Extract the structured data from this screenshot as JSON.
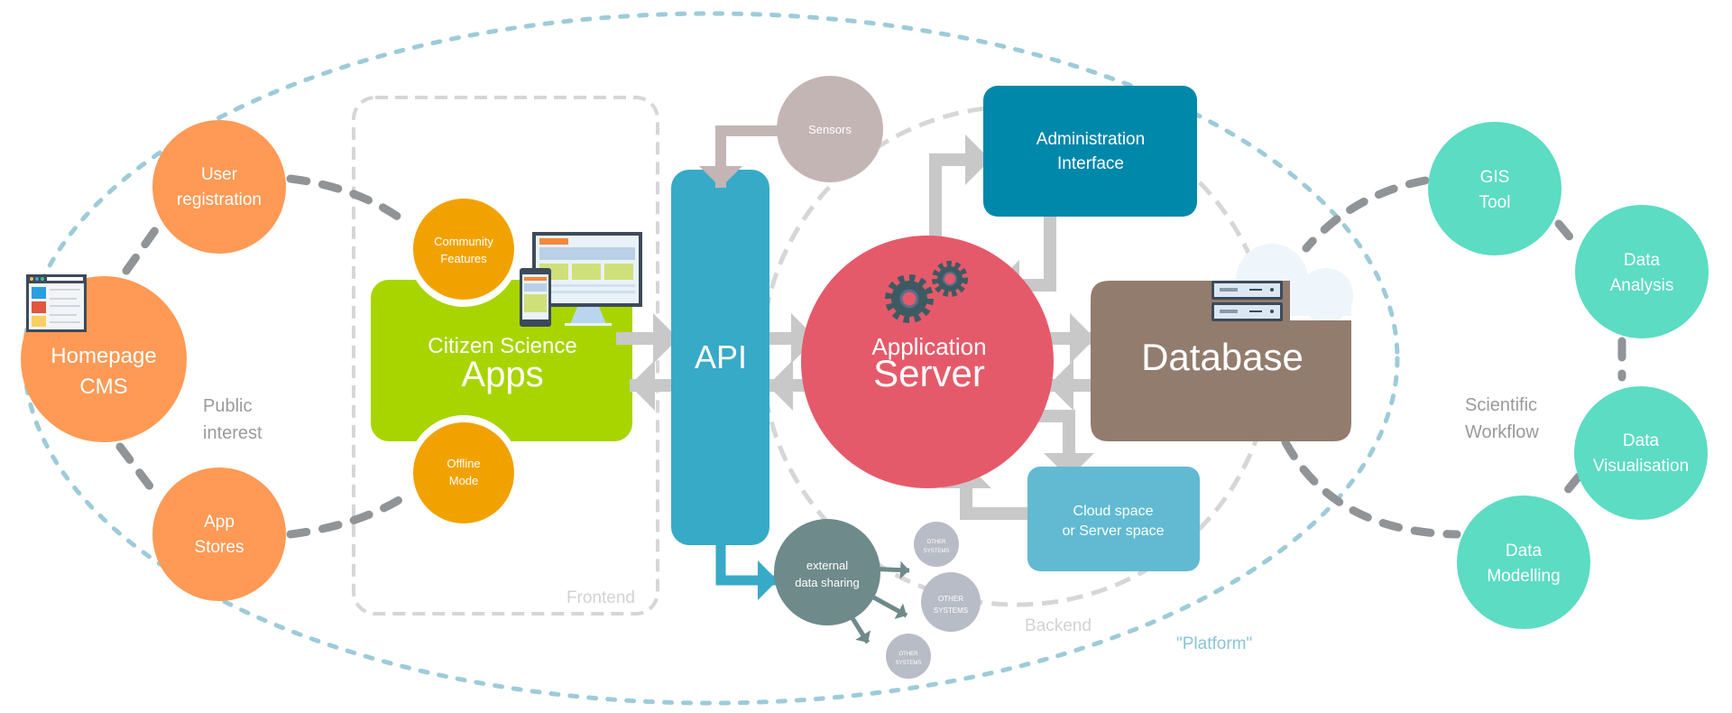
{
  "colors": {
    "orange": "#fe9a55",
    "amber": "#f2a200",
    "green": "#a8d500",
    "api_blue": "#37aac8",
    "admin_blue": "#0088aa",
    "cloud_blue": "#61bad2",
    "server_red": "#e55a6a",
    "database_brown": "#927c6e",
    "sensors": "#c4b5b5",
    "external": "#6f8a8a",
    "other_systems": "#b8bcc6",
    "teal": "#5bdcc3",
    "platform_dots": "#9ecbd9",
    "connector_gray": "#909497",
    "arrow_gray": "#c8c8c8"
  },
  "left": {
    "homepage": [
      "Homepage",
      "CMS"
    ],
    "homepage_icon": "browser-window-icon",
    "user_registration": [
      "User",
      "registration"
    ],
    "app_stores": [
      "App",
      "Stores"
    ],
    "public_interest": [
      "Public",
      "interest"
    ]
  },
  "frontend": {
    "label": "Frontend",
    "apps": [
      "Citizen Science",
      "Apps"
    ],
    "community": [
      "Community",
      "Features"
    ],
    "offline": [
      "Offline",
      "Mode"
    ],
    "devices_icon": "devices-icon"
  },
  "api": {
    "label": "API"
  },
  "sensors": {
    "label": "Sensors"
  },
  "external": {
    "label": [
      "external",
      "data sharing"
    ],
    "other_systems": [
      [
        "OTHER",
        "SYSTEMS"
      ],
      [
        "OTHER",
        "SYSTEMS"
      ],
      [
        "OTHER",
        "SYSTEMS"
      ]
    ]
  },
  "backend": {
    "label": "Backend",
    "server": [
      "Application",
      "Server"
    ],
    "gears_icon": "gears-icon",
    "admin": [
      "Administration",
      "Interface"
    ],
    "database": "Database",
    "database_icon": "server-rack-icon",
    "cloud": [
      "Cloud space",
      "or Server space"
    ]
  },
  "platform": {
    "label": "\"Platform\""
  },
  "workflow": {
    "label": [
      "Scientific",
      "Workflow"
    ],
    "gis": [
      "GIS",
      "Tool"
    ],
    "analysis": [
      "Data",
      "Analysis"
    ],
    "visualisation": [
      "Data",
      "Visualisation"
    ],
    "modelling": [
      "Data",
      "Modelling"
    ]
  }
}
